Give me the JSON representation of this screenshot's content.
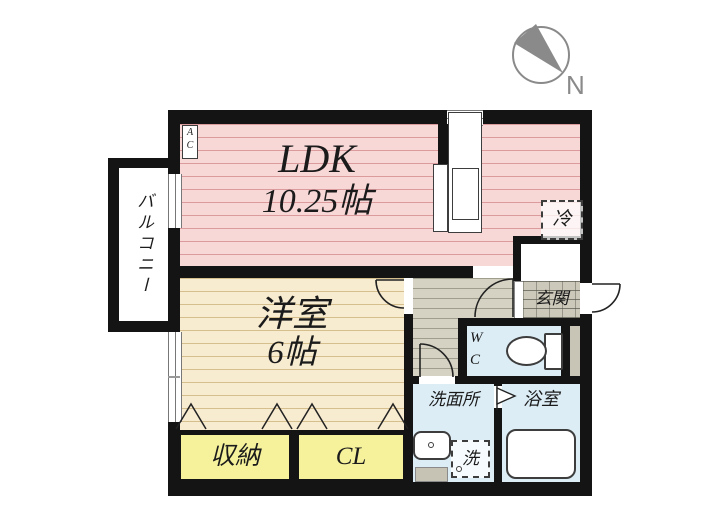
{
  "compass": {
    "north_label": "N"
  },
  "rooms": {
    "ldk": {
      "name": "LDK",
      "size": "10.25帖"
    },
    "western_room": {
      "name": "洋室",
      "size": "6帖"
    },
    "balcony": {
      "name": "バルコニー"
    },
    "entrance": {
      "name": "玄関"
    },
    "wc": {
      "letter_top": "W",
      "letter_bottom": "C"
    },
    "washroom": {
      "name": "洗面所"
    },
    "bathroom": {
      "name": "浴室"
    },
    "storage": {
      "name": "収納"
    },
    "closet": {
      "name": "CL"
    }
  },
  "fixtures": {
    "refrigerator": "冷",
    "washing_machine": "洗",
    "air_conditioner_top": "A",
    "air_conditioner_bottom": "C"
  },
  "colors": {
    "ldk_fill": "#f8d7d7",
    "western_room_fill": "#f7ebd0",
    "storage_fill": "#f6f29c",
    "wet_area_fill": "#dcedf5",
    "hall_fill": "#d5d2c3",
    "entrance_fill": "#ccc9bb",
    "wall": "#141414",
    "compass_gray": "#8a8a8a"
  }
}
